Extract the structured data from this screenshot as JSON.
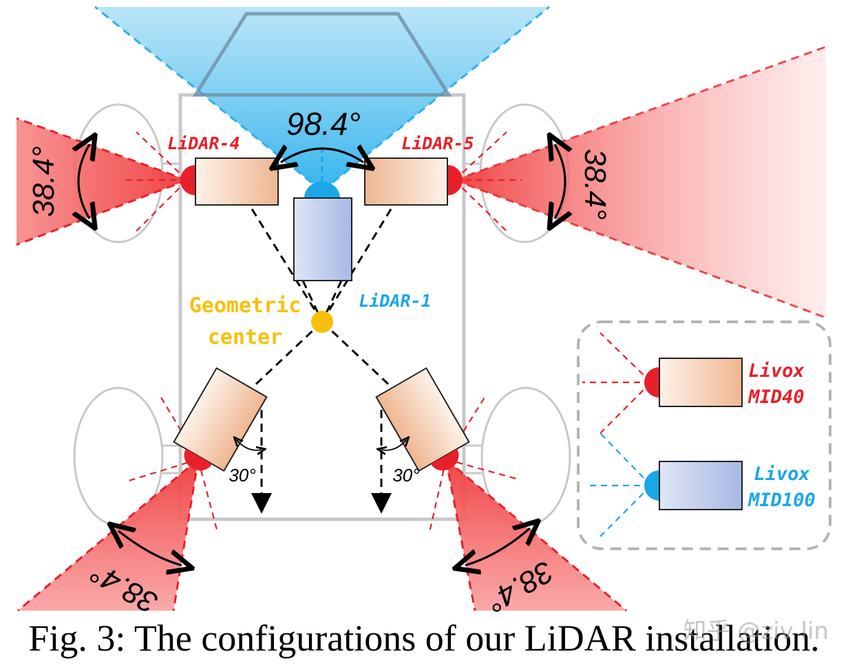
{
  "labels": {
    "lidar1": "LiDAR-1",
    "lidar4": "LiDAR-4",
    "lidar5": "LiDAR-5",
    "center_line1": "Geometric",
    "center_line2": "center",
    "fov_front": "98.4°",
    "fov_side_left": "38.4°",
    "fov_side_right": "38.4°",
    "fov_rear_left": "38.4°",
    "fov_rear_right": "38.4°",
    "angle_left": "30°",
    "angle_right": "30°"
  },
  "legend": {
    "mid40_line1": "Livox",
    "mid40_line2": "MID40",
    "mid100_line1": "Livox",
    "mid100_line2": "MID100"
  },
  "caption": "Fig. 3: The configurations of our LiDAR installation.",
  "watermark": "知乎 @ziv lin",
  "colors": {
    "mid40_red": "#e8202a",
    "mid100_blue": "#1aa7e6",
    "geometric_center": "#f8c00c",
    "vehicle_outline": "#c8c8c8"
  }
}
